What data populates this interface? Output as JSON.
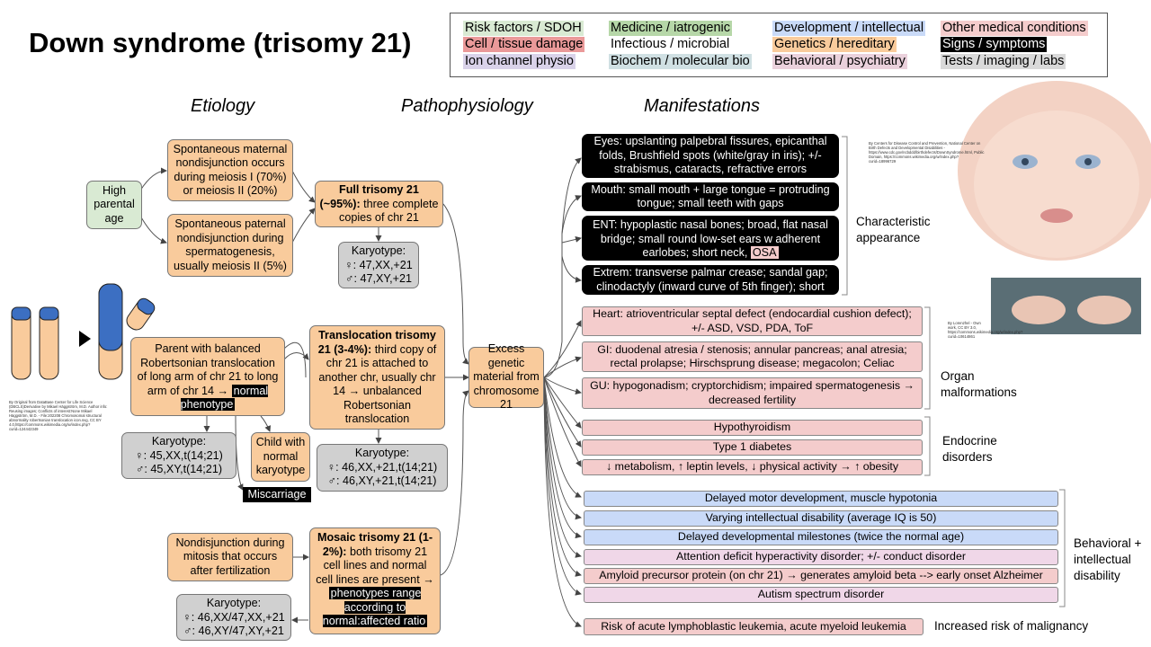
{
  "title": "Down syndrome (trisomy 21)",
  "legend": [
    {
      "text": "Risk factors / SDOH",
      "color": "#d9ead3"
    },
    {
      "text": "Medicine / iatrogenic",
      "color": "#b6d7a8"
    },
    {
      "text": "Development / intellectual",
      "color": "#c9daf8"
    },
    {
      "text": "Other medical conditions",
      "color": "#f4cccc"
    },
    {
      "text": "Cell / tissue damage",
      "color": "#ea9999"
    },
    {
      "text": "Infectious / microbial",
      "color": "#ffffff"
    },
    {
      "text": "Genetics / hereditary",
      "color": "#f9cb9c"
    },
    {
      "text": "Signs / symptoms",
      "color": "#000000"
    },
    {
      "text": "Ion channel physio",
      "color": "#d9d2e9"
    },
    {
      "text": "Biochem / molecular bio",
      "color": "#d0e0e3"
    },
    {
      "text": "Behavioral / psychiatry",
      "color": "#ead1dc"
    },
    {
      "text": "Tests / imaging / labs",
      "color": "#d9d9d9"
    }
  ],
  "columns": {
    "etiology": "Etiology",
    "pathophysiology": "Pathophysiology",
    "manifestations": "Manifestations"
  },
  "etiology": {
    "risk": "High parental age",
    "maternal": "Spontaneous maternal nondisjunction occurs during meiosis I (70%) or meiosis II (20%)",
    "paternal": "Spontaneous paternal nondisjunction during spermatogenesis, usually meiosis II (5%)",
    "balanced_parent_pre": "Parent with balanced Robertsonian translocation of long arm of chr 21 to long arm of chr 14 →",
    "balanced_parent_hl": "normal phenotype",
    "karyotype_parent": [
      "Karyotype:",
      "♀: 45,XX,t(14;21)",
      "♂: 45,XY,t(14;21)"
    ],
    "child_normal": "Child with normal karyotype",
    "miscarriage": "Miscarriage",
    "mitosis": "Nondisjunction during mitosis that occurs after fertilization",
    "karyotype_mosaic": [
      "Karyotype:",
      "♀: 46,XX/47,XX,+21",
      "♂: 46,XY/47,XY,+21"
    ]
  },
  "patho": {
    "full_bold": "Full trisomy 21 (~95%):",
    "full_text": "three complete copies of chr 21",
    "karyotype_full": [
      "Karyotype:",
      "♀: 47,XX,+21",
      "♂: 47,XY,+21"
    ],
    "trans_bold": "Translocation trisomy 21 (3-4%):",
    "trans_text": "third copy of chr 21 is attached to another chr, usually chr 14 → unbalanced Robertsonian translocation",
    "karyotype_trans": [
      "Karyotype:",
      "♀: 46,XX,+21,t(14;21)",
      "♂: 46,XY,+21,t(14;21)"
    ],
    "mosaic_bold": "Mosaic trisomy 21 (1-2%):",
    "mosaic_text": "both trisomy 21 cell lines and normal cell lines are present →",
    "mosaic_hl": "phenotypes range according to normal:affected ratio",
    "excess": "Excess genetic material from chromosome 21"
  },
  "manifest": {
    "eyes": "Eyes: upslanting palpebral fissures, epicanthal folds, Brushfield spots (white/gray in iris); +/- strabismus, cataracts, refractive errors",
    "mouth": "Mouth: small mouth + large tongue = protruding tongue; small teeth with gaps",
    "ent_pre": "ENT: hypoplastic nasal bones; broad, flat nasal bridge; small round low-set ears w adherent earlobes; short neck,",
    "ent_osa": "OSA",
    "extrem": "Extrem: transverse palmar crease; sandal gap; clinodactyly (inward curve of 5th finger); short",
    "heart": "Heart: atrioventricular septal defect (endocardial cushion defect); +/- ASD, VSD, PDA, ToF",
    "gi": "GI: duodenal atresia / stenosis; annular pancreas; anal atresia; rectal prolapse; Hirschsprung disease; megacolon; Celiac",
    "gu": "GU: hypogonadism; cryptorchidism; impaired spermatogenesis → decreased fertility",
    "hypothyroidism": "Hypothyroidism",
    "t1d": "Type 1 diabetes",
    "obesity": "↓ metabolism, ↑ leptin levels, ↓ physical activity → ↑ obesity",
    "motor": "Delayed motor development, muscle hypotonia",
    "iq": "Varying intellectual disability (average IQ is 50)",
    "milestones": "Delayed developmental milestones (twice the normal age)",
    "adhd": "Attention deficit hyperactivity disorder; +/- conduct disorder",
    "app": "Amyloid precursor protein (on chr 21) → generates amyloid beta --> early onset Alzheimer",
    "autism": "Autism spectrum disorder",
    "leukemia": "Risk of acute lymphoblastic leukemia, acute myeloid leukemia"
  },
  "groups": {
    "appearance": "Characteristic appearance",
    "organ": "Organ malformations",
    "endocrine": "Endocrine disorders",
    "behavioral": "Behavioral + intellectual disability",
    "malignancy": "Increased risk of malignancy"
  },
  "credits": {
    "baby": "By Centers for Disease Control and Prevention, National Center on Birth Defects and Developmental Disabilities - https://www.cdc.gov/ncbddd/birthdefects/DownSyndrome.html, Public Domain, https://commons.wikimedia.org/w/index.php?curid=18996729",
    "feet": "By Lorenzhel - Own work, CC BY 3.0, https://commons.wikimedia.org/w/index.php?curid=10614861",
    "chromosome": "By Original from DataBase Center for Life Science (DBCLS)Derivative by Mikael Häggström, M.D. Author info: Reusing images; Conflicts of interest:None Mikael Häggström, M.D. - File:202208 Chromosomal structural abnormality robertsonian translocation icon.svg, CC BY 4.0,https://commons.wikimedia.org/w/index.php?curid=124442349"
  }
}
